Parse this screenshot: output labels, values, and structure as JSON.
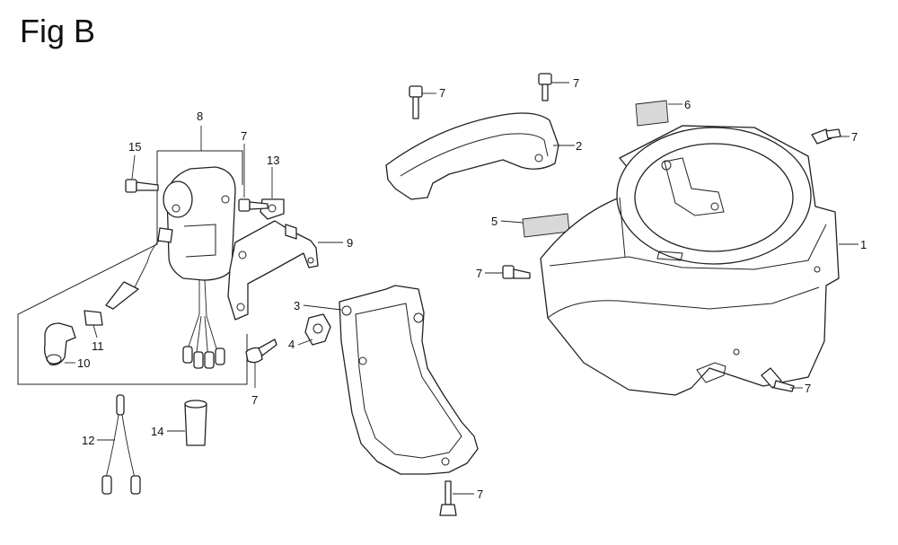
{
  "figure": {
    "title": "Fig B"
  },
  "labels": {
    "l1": "1",
    "l2": "2",
    "l3": "3",
    "l4": "4",
    "l5": "5",
    "l6": "6",
    "l7a": "7",
    "l7b": "7",
    "l7c": "7",
    "l7d": "7",
    "l7e": "7",
    "l7f": "7",
    "l7g": "7",
    "l7h": "7",
    "l8": "8",
    "l9": "9",
    "l10": "10",
    "l11": "11",
    "l12": "12",
    "l13": "13",
    "l14": "14",
    "l15": "15"
  }
}
